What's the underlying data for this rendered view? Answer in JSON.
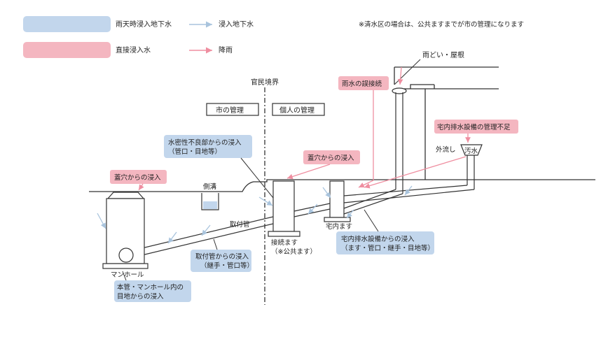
{
  "legend": {
    "blue_label": "雨天時浸入地下水",
    "blue_arrow_label": "浸入地下水",
    "pink_label": "直接浸入水",
    "pink_arrow_label": "降雨",
    "note": "※清水区の場合は、公共ますまでが市の管理になります"
  },
  "boundary": {
    "label": "官民境界",
    "city_box": "市の管理",
    "private_box": "個人の管理"
  },
  "structures": {
    "roof": "雨どい・屋根",
    "sewage": "汚水",
    "outflow": "外流し",
    "side_ditch": "側溝",
    "pipe": "取付管",
    "house_basin": "宅内ます",
    "connection_basin_1": "接続ます",
    "connection_basin_2": "（※公共ます）",
    "manhole": "マンホール"
  },
  "callouts": {
    "rain_misconnect": "雨水の誤接続",
    "indoor_mgmt": "宅内排水設備の管理不足",
    "cover_hole_center": "蓋穴からの浸入",
    "cover_hole_left": "蓋穴からの浸入",
    "watertight_1": "水密性不良部からの浸入",
    "watertight_2": "（管口・目地等）",
    "pipe_inflow_1": "取付管からの浸入",
    "pipe_inflow_2": "（継手・管口等）",
    "indoor_inflow_1": "宅内排水設備からの浸入",
    "indoor_inflow_2": "（ます・管口・継手・目地等）",
    "main_inflow_1": "本管・マンホール内の",
    "main_inflow_2": "目地からの浸入"
  },
  "colors": {
    "blue_fill": "#c2d6ec",
    "pink_fill": "#f4b6c0",
    "blue_arrow": "#a9c4dd",
    "pink_arrow": "#ef8ea0",
    "line": "#333333"
  }
}
